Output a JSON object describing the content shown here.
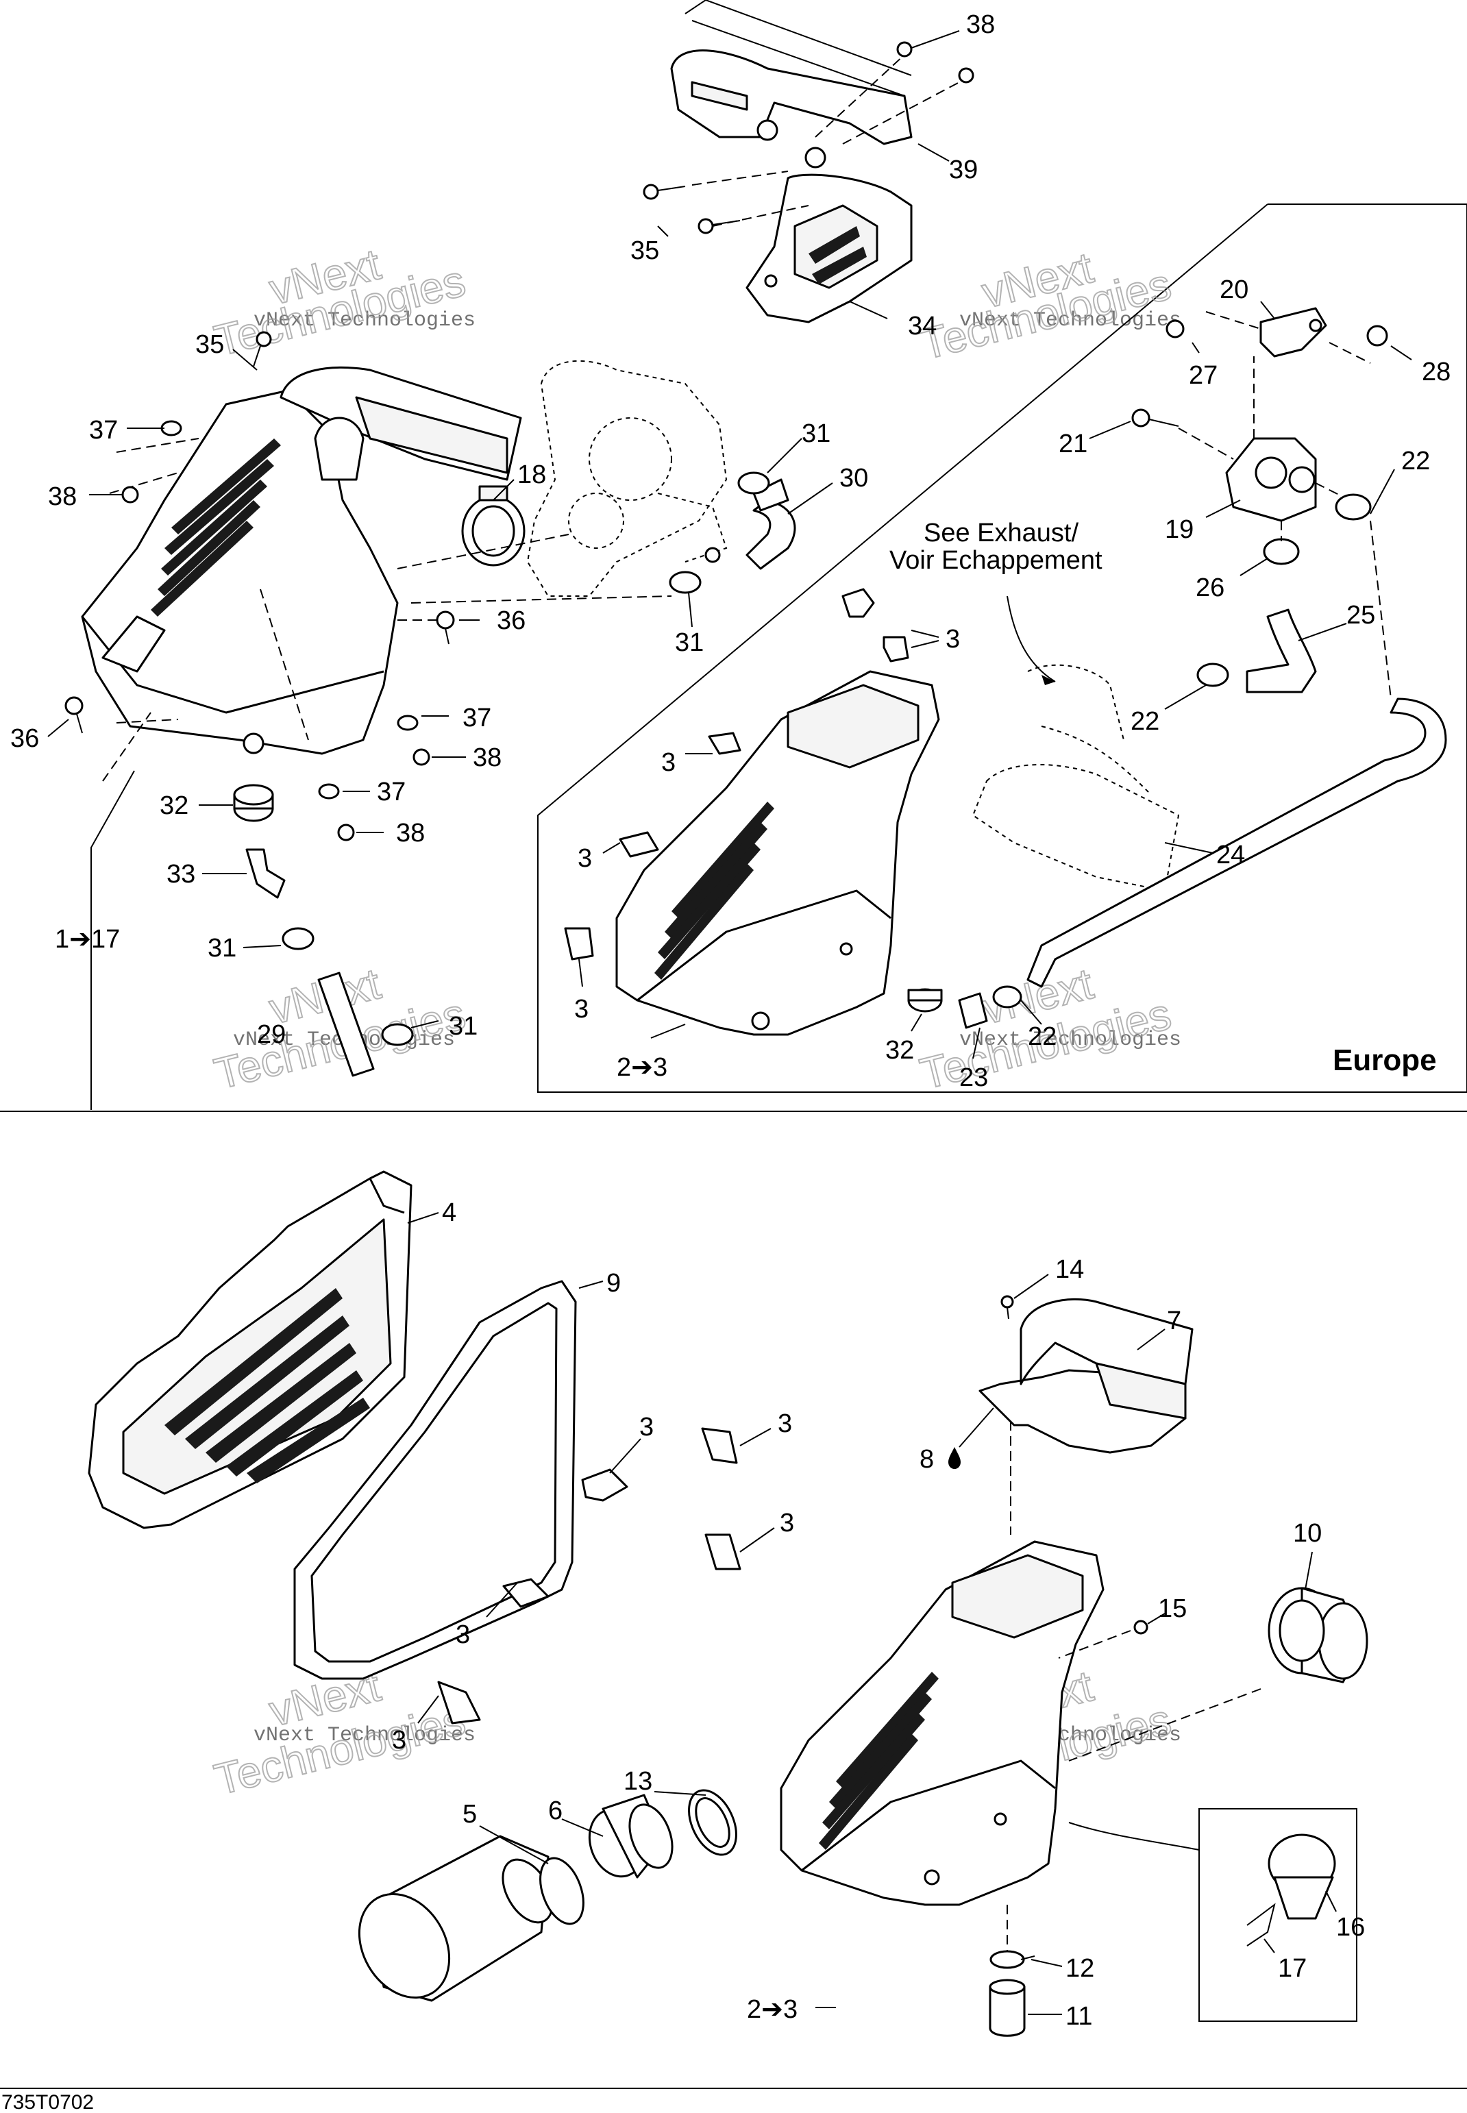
{
  "diagram_code": "735T0702",
  "region_label": "Europe",
  "see_also_line1": "See Exhaust/",
  "see_also_line2": "Voir Echappement",
  "watermark": {
    "line1": "vNext Technologies",
    "line2": "Technologies",
    "top": "vNext"
  },
  "callouts": {
    "c38a": "38",
    "c39": "39",
    "c35a": "35",
    "c34": "34",
    "c35b": "35",
    "c37a": "37",
    "c38b": "38",
    "c18": "18",
    "c31a": "31",
    "c30": "30",
    "c36a": "36",
    "c31b": "31",
    "c36b": "36",
    "c37b": "37",
    "c38c": "38",
    "c32a": "32",
    "c37c": "37",
    "c38d": "38",
    "c33": "33",
    "c1_17": "1➔17",
    "c31c": "31",
    "c29": "29",
    "c31d": "31",
    "c20": "20",
    "c27": "27",
    "c28": "28",
    "c21": "21",
    "c22a": "22",
    "c19": "19",
    "c26": "26",
    "c25": "25",
    "c22b": "22",
    "c3a": "3",
    "c3b": "3",
    "c3c": "3",
    "c3d": "3",
    "c24": "24",
    "c32b": "32",
    "c23": "23",
    "c22c": "22",
    "c2_3a": "2➔3",
    "c4": "4",
    "c9": "9",
    "c3e": "3",
    "c3f": "3",
    "c3g": "3",
    "c3h": "3",
    "c3i": "3",
    "c14": "14",
    "c7": "7",
    "c8": "8",
    "c10": "10",
    "c15": "15",
    "c5": "5",
    "c6": "6",
    "c13": "13",
    "c2_3b": "2➔3",
    "c12": "12",
    "c11": "11",
    "c16": "16",
    "c17": "17"
  }
}
